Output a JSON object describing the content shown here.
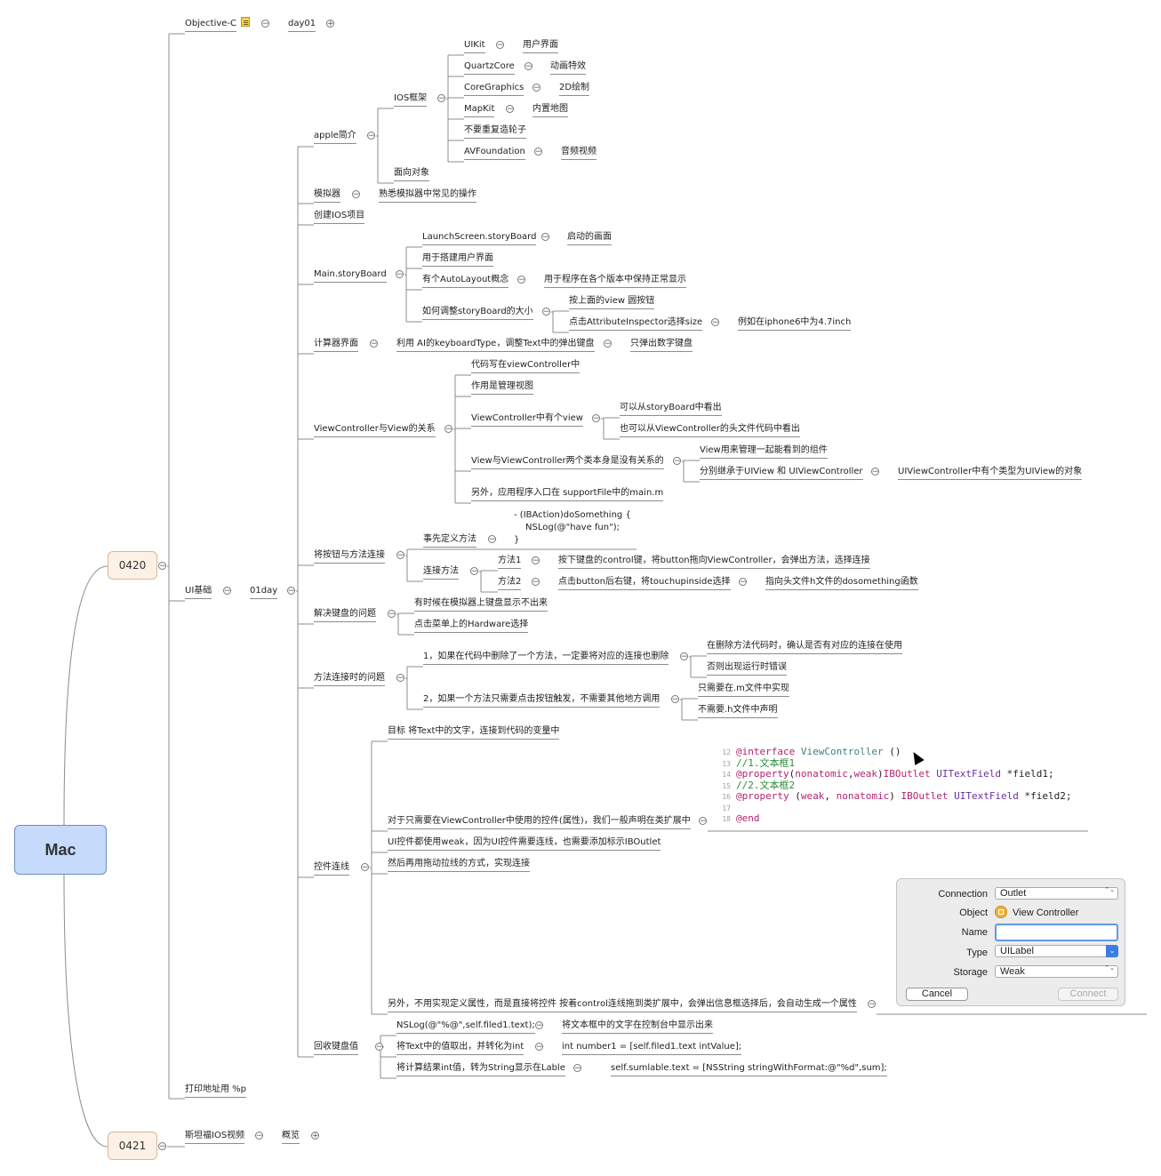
{
  "root": {
    "label": "Mac"
  },
  "days": [
    {
      "label": "0420"
    },
    {
      "label": "0421"
    }
  ],
  "nodes": {
    "n1": "Objective-C",
    "n2": "day01",
    "n3": "UI基础",
    "n4": "01day",
    "n5": "apple简介",
    "n6": "IOS框架",
    "n7": "UIKit",
    "n8": "用户界面",
    "n9": "QuartzCore",
    "n10": "动画特效",
    "n11": "CoreGraphics",
    "n12": "2D绘制",
    "n13": "MapKit",
    "n14": "内置地图",
    "n15": "不要重复造轮子",
    "n16": "AVFoundation",
    "n17": "音频视频",
    "n18": "面向对象",
    "n19": "模拟器",
    "n20": "熟悉模拟器中常见的操作",
    "n21": "创建IOS项目",
    "n22": "Main.storyBoard",
    "n23": "LaunchScreen.storyBoard",
    "n24": "启动的画面",
    "n25": "用于搭建用户界面",
    "n26": "有个AutoLayout概念",
    "n27": "用于程序在各个版本中保持正常显示",
    "n28": "如何调整storyBoard的大小",
    "n29": "按上面的view 圆按钮",
    "n30": "点击AttributeInspector选择size",
    "n31": "例如在iphone6中为4.7inch",
    "n32": "计算器界面",
    "n33": "利用 AI的keyboardType，调整Text中的弹出键盘",
    "n34": "只弹出数字键盘",
    "n35": "ViewController与View的关系",
    "n36": "代码写在viewController中",
    "n37": "作用是管理视图",
    "n38": "ViewController中有个view",
    "n39": "可以从storyBoard中看出",
    "n40": "也可以从ViewController的头文件代码中看出",
    "n41": "View与ViewController两个类本身是没有关系的",
    "n42": "View用来管理一起能看到的组件",
    "n43": "分别继承于UIView 和 UIViewController",
    "n44": "UIViewController中有个类型为UIView的对象",
    "n45": "另外，应用程序入口在 supportFile中的main.m",
    "n46": "将按钮与方法连接",
    "n47": "事先定义方法",
    "n48a": "-    (IBAction)doSomething {",
    "n48b": "NSLog(@\"have fun\");",
    "n48c": "}",
    "n49": "连接方法",
    "n50": "方法1",
    "n51": "按下键盘的control键，将button拖向ViewController，会弹出方法，选择连接",
    "n52": "方法2",
    "n53": "点击button后右键，将touchupinside选择",
    "n54": "指向头文件h文件的dosomething函数",
    "n55": "解决键盘的问题",
    "n56": "有时候在模拟器上键盘显示不出来",
    "n57": "点击菜单上的Hardware选择",
    "n58": "方法连接时的问题",
    "n59": "1，如果在代码中删除了一个方法，一定要将对应的连接也删除",
    "n60": "在删除方法代码时，确认是否有对应的连接在使用",
    "n61": "否则出现运行时错误",
    "n62": "2，如果一个方法只需要点击按钮触发，不需要其他地方调用",
    "n63": "只需要在.m文件中实现",
    "n64": "不需要.h文件中声明",
    "n65": "控件连线",
    "n66": "目标 将Text中的文字，连接到代码的变量中",
    "n67": "对于只需要在ViewController中使用的控件(属性)，我们一般声明在类扩展中",
    "n68": "UI控件都使用weak，因为UI控件需要连线，也需要添加标示IBOutlet",
    "n69": "然后再用拖动拉线的方式，实现连接",
    "n70": "另外，不用实现定义属性，而是直接将控件 按着control连线拖到类扩展中，会弹出信息框选择后，会自动生成一个属性",
    "n71": "回收键盘值",
    "n72": "NSLog(@\"%@\",self.filed1.text);",
    "n73": "将文本框中的文字在控制台中显示出来",
    "n74": "将Text中的值取出，并转化为int",
    "n75": "int number1 = [self.filed1.text intValue];",
    "n76": "将计算结果int值，转为String显示在Lable",
    "n77": "self.sumlable.text = [NSString stringWithFormat:@\"%d\",sum];",
    "n78": "打印地址用 %p",
    "n79": "斯坦福IOS视频",
    "n80": "概览"
  },
  "code_image": {
    "line_numbers": [
      "12",
      "13",
      "14",
      "15",
      "16",
      "17",
      "18"
    ],
    "l12_kw": "@interface",
    "l12_ty": "ViewController",
    "l12_rest": " ()",
    "l13": "//1.文本框1",
    "l14_kw": "@property",
    "l14_a": "(",
    "l14_b": "nonatomic",
    "l14_c": ",",
    "l14_d": "weak",
    "l14_e": ")",
    "l14_f": "IBOutlet",
    "l14_g": " ",
    "l14_h": "UITextField",
    "l14_i": " *field1;",
    "l15": "//2.文本框2",
    "l16_kw": "@property",
    "l16_a": " (",
    "l16_b": "weak",
    "l16_c": ", ",
    "l16_d": "nonatomic",
    "l16_e": ") ",
    "l16_f": "IBOutlet",
    "l16_g": " ",
    "l16_h": "UITextField",
    "l16_i": " *field2;",
    "l18_kw": "@end"
  },
  "dialog": {
    "connection_label": "Connection",
    "connection_value": "Outlet",
    "object_label": "Object",
    "object_value": "View Controller",
    "name_label": "Name",
    "name_value": "",
    "type_label": "Type",
    "type_value": "UILabel",
    "storage_label": "Storage",
    "storage_value": "Weak",
    "cancel_label": "Cancel",
    "connect_label": "Connect"
  },
  "glyphs": {
    "collapse": "−",
    "expand": "+",
    "updown": "⌃⌄",
    "dropdown": "⌄"
  },
  "colors": {
    "root_fill": "#c6dbfb",
    "day_fill": "#fdf1e6",
    "line": "#8c8c8c"
  }
}
